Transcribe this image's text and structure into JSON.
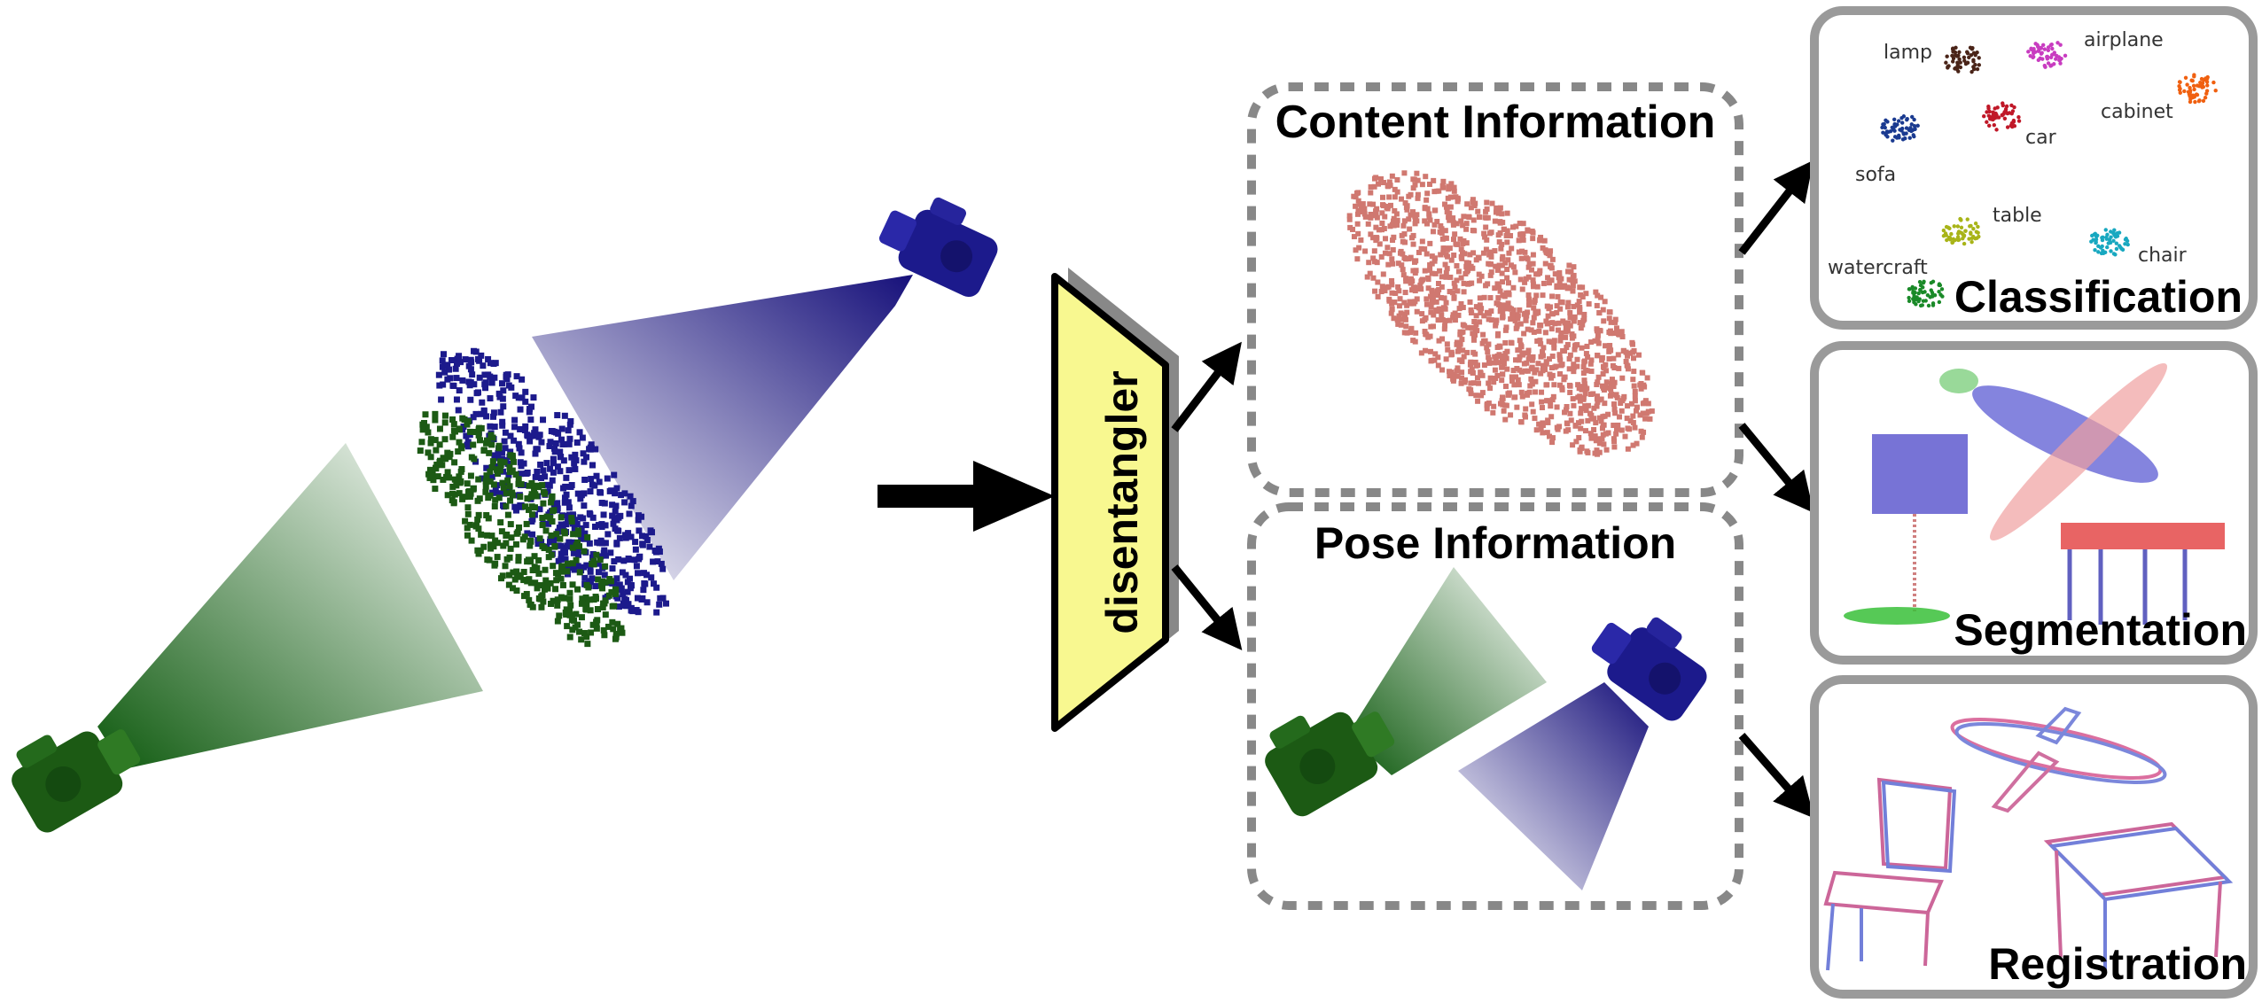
{
  "disentangler_label": "disentangler",
  "content_box_title": "Content Information",
  "pose_box_title": "Pose Information",
  "tasks": {
    "classification": "Classification",
    "segmentation": "Segmentation",
    "registration": "Registration"
  },
  "classification_clusters": [
    {
      "label": "lamp",
      "color": "#4a2418"
    },
    {
      "label": "airplane",
      "color": "#c83cc0"
    },
    {
      "label": "cabinet",
      "color": "#f06010"
    },
    {
      "label": "car",
      "color": "#c01828"
    },
    {
      "label": "sofa",
      "color": "#1a3a90"
    },
    {
      "label": "table",
      "color": "#a8b418"
    },
    {
      "label": "chair",
      "color": "#18a8c0"
    },
    {
      "label": "watercraft",
      "color": "#1a8a28"
    }
  ],
  "colors": {
    "green_camera": "#1c5a14",
    "blue_camera": "#1c1a8c",
    "content_cloud": "#d07870",
    "disentangler_fill": "#f8f890",
    "box_border": "#888888",
    "panel_border": "#9a9a9a"
  }
}
